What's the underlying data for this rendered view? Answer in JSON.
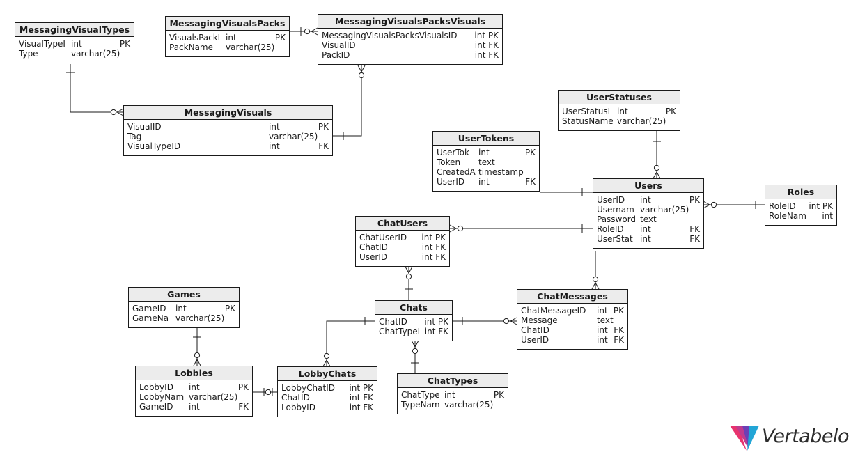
{
  "tables": {
    "messaging_visual_types": {
      "title": "MessagingVisualTypes",
      "rows": [
        {
          "name": "VisualTypeI",
          "type": "int",
          "key": "PK"
        },
        {
          "name": "Type",
          "type": "varchar(25)",
          "key": ""
        }
      ]
    },
    "messaging_visuals_packs": {
      "title": "MessagingVisualsPacks",
      "rows": [
        {
          "name": "VisualsPackI",
          "type": "int",
          "key": "PK"
        },
        {
          "name": "PackName",
          "type": "varchar(25)",
          "key": ""
        }
      ]
    },
    "messaging_visuals_packs_visuals": {
      "title": "MessagingVisualsPacksVisuals",
      "rows": [
        {
          "name": "MessagingVisualsPacksVisualsID",
          "type": "int",
          "key": "PK"
        },
        {
          "name": "VisualID",
          "type": "int",
          "key": "FK"
        },
        {
          "name": "PackID",
          "type": "int",
          "key": "FK"
        }
      ]
    },
    "messaging_visuals": {
      "title": "MessagingVisuals",
      "rows": [
        {
          "name": "VisualID",
          "type": "int",
          "key": "PK"
        },
        {
          "name": "Tag",
          "type": "varchar(25)",
          "key": ""
        },
        {
          "name": "VisualTypeID",
          "type": "int",
          "key": "FK"
        }
      ]
    },
    "user_statuses": {
      "title": "UserStatuses",
      "rows": [
        {
          "name": "UserStatusI",
          "type": "int",
          "key": "PK"
        },
        {
          "name": "StatusName",
          "type": "varchar(25)",
          "key": ""
        }
      ]
    },
    "user_tokens": {
      "title": "UserTokens",
      "rows": [
        {
          "name": "UserTok",
          "type": "int",
          "key": "PK"
        },
        {
          "name": "Token",
          "type": "text",
          "key": ""
        },
        {
          "name": "CreatedA",
          "type": "timestamp",
          "key": ""
        },
        {
          "name": "UserID",
          "type": "int",
          "key": "FK"
        }
      ]
    },
    "users": {
      "title": "Users",
      "rows": [
        {
          "name": "UserID",
          "type": "int",
          "key": "PK"
        },
        {
          "name": "Usernam",
          "type": "varchar(25)",
          "key": ""
        },
        {
          "name": "Password",
          "type": "text",
          "key": ""
        },
        {
          "name": "RoleID",
          "type": "int",
          "key": "FK"
        },
        {
          "name": "UserStat",
          "type": "int",
          "key": "FK"
        }
      ]
    },
    "roles": {
      "title": "Roles",
      "rows": [
        {
          "name": "RoleID",
          "type": "int",
          "key": "PK"
        },
        {
          "name": "RoleNam",
          "type": "int",
          "key": ""
        }
      ]
    },
    "chat_users": {
      "title": "ChatUsers",
      "rows": [
        {
          "name": "ChatUserID",
          "type": "int",
          "key": "PK"
        },
        {
          "name": "ChatID",
          "type": "int",
          "key": "FK"
        },
        {
          "name": "UserID",
          "type": "int",
          "key": "FK"
        }
      ]
    },
    "games": {
      "title": "Games",
      "rows": [
        {
          "name": "GameID",
          "type": "int",
          "key": "PK"
        },
        {
          "name": "GameNa",
          "type": "varchar(25)",
          "key": ""
        }
      ]
    },
    "chats": {
      "title": "Chats",
      "rows": [
        {
          "name": "ChatID",
          "type": "int",
          "key": "PK"
        },
        {
          "name": "ChatTypeI",
          "type": "int",
          "key": "FK"
        }
      ]
    },
    "chat_messages": {
      "title": "ChatMessages",
      "rows": [
        {
          "name": "ChatMessageID",
          "type": "int",
          "key": "PK"
        },
        {
          "name": "Message",
          "type": "text",
          "key": ""
        },
        {
          "name": "ChatID",
          "type": "int",
          "key": "FK"
        },
        {
          "name": "UserID",
          "type": "int",
          "key": "FK"
        }
      ]
    },
    "lobbies": {
      "title": "Lobbies",
      "rows": [
        {
          "name": "LobbyID",
          "type": "int",
          "key": "PK"
        },
        {
          "name": "LobbyNam",
          "type": "varchar(25)",
          "key": ""
        },
        {
          "name": "GameID",
          "type": "int",
          "key": "FK"
        }
      ]
    },
    "lobby_chats": {
      "title": "LobbyChats",
      "rows": [
        {
          "name": "LobbyChatID",
          "type": "int",
          "key": "PK"
        },
        {
          "name": "ChatID",
          "type": "int",
          "key": "FK"
        },
        {
          "name": "LobbyID",
          "type": "int",
          "key": "FK"
        }
      ]
    },
    "chat_types": {
      "title": "ChatTypes",
      "rows": [
        {
          "name": "ChatType",
          "type": "int",
          "key": "PK"
        },
        {
          "name": "TypeNam",
          "type": "varchar(25)",
          "key": ""
        }
      ]
    }
  },
  "relationships": [
    {
      "from": "messaging_visual_types",
      "to": "messaging_visuals",
      "from_end": "one",
      "to_end": "many-optional"
    },
    {
      "from": "messaging_visuals_packs",
      "to": "messaging_visuals_packs_visuals",
      "from_end": "one",
      "to_end": "many-optional"
    },
    {
      "from": "messaging_visuals",
      "to": "messaging_visuals_packs_visuals",
      "from_end": "one",
      "to_end": "many-optional"
    },
    {
      "from": "user_statuses",
      "to": "users",
      "from_end": "one",
      "to_end": "many-optional"
    },
    {
      "from": "users",
      "to": "user_tokens",
      "from_end": "one",
      "to_end": "one"
    },
    {
      "from": "roles",
      "to": "users",
      "from_end": "one",
      "to_end": "many-optional"
    },
    {
      "from": "users",
      "to": "chat_users",
      "from_end": "one",
      "to_end": "many-optional"
    },
    {
      "from": "chats",
      "to": "chat_users",
      "from_end": "one",
      "to_end": "many-optional"
    },
    {
      "from": "users",
      "to": "chat_messages",
      "from_end": "one",
      "to_end": "many-optional"
    },
    {
      "from": "chats",
      "to": "chat_messages",
      "from_end": "one",
      "to_end": "zero-one"
    },
    {
      "from": "chat_types",
      "to": "chats",
      "from_end": "one",
      "to_end": "many-optional"
    },
    {
      "from": "chats",
      "to": "lobby_chats",
      "from_end": "one",
      "to_end": "many-optional"
    },
    {
      "from": "games",
      "to": "lobbies",
      "from_end": "one",
      "to_end": "many-optional"
    },
    {
      "from": "lobbies",
      "to": "lobby_chats",
      "from_end": "one-mandatory",
      "to_end": "zero-one"
    }
  ],
  "logo": {
    "text": "Vertabelo",
    "colors": [
      "#e8336e",
      "#6c3fb5",
      "#22a5d6"
    ]
  },
  "colors": {
    "line": "#1a1a1a",
    "header_bg": "#ececec"
  }
}
